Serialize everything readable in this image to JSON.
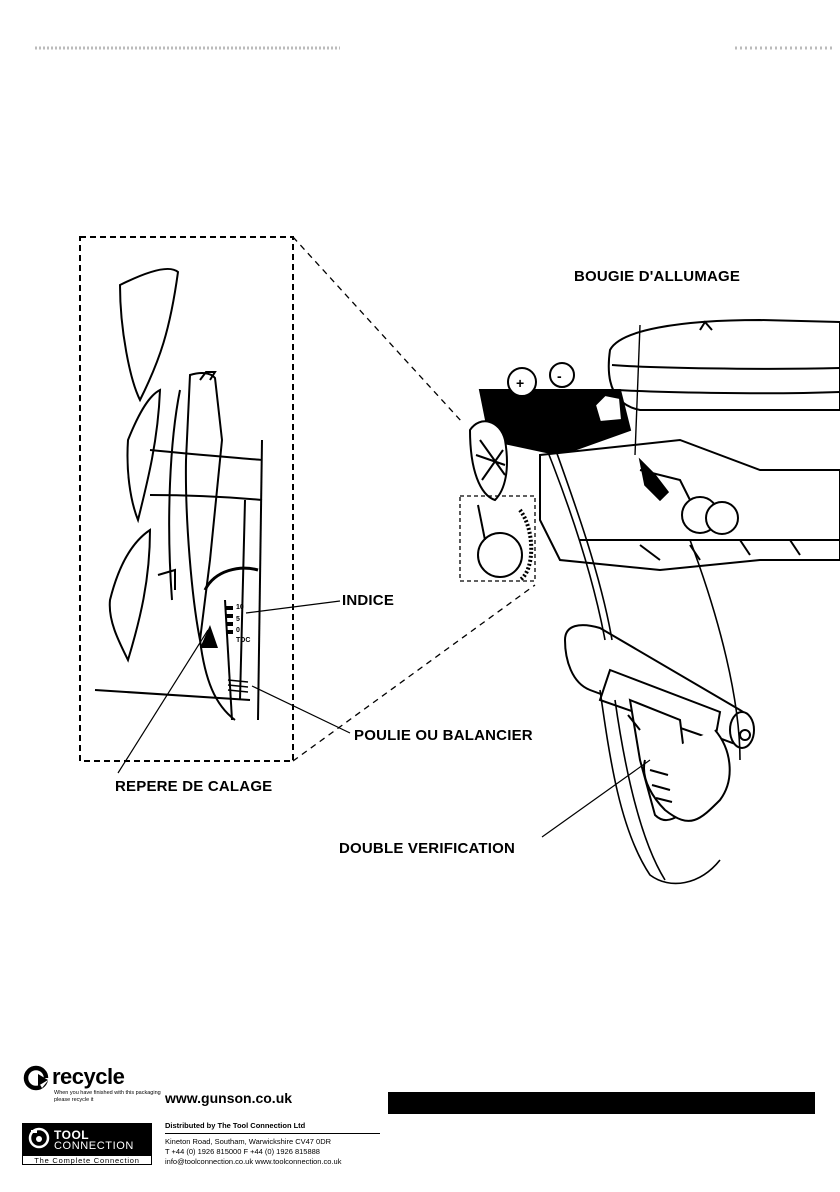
{
  "labels": {
    "bougie": "BOUGIE D'ALLUMAGE",
    "indice": "INDICE",
    "poulie": "POULIE OU BALANCIER",
    "repere": "REPERE DE CALAGE",
    "double": "DOUBLE VERIFICATION"
  },
  "scale_marks": [
    "10",
    "5",
    "0",
    "TDC"
  ],
  "footer": {
    "recycle_word": "recycle",
    "recycle_sub": "When you have finished with this packaging please recycle it",
    "website": "www.gunson.co.uk",
    "logo_tool": "TOOL",
    "logo_connection": "CONNECTION",
    "logo_tagline": "The Complete Connection",
    "distributed_by": "Distributed by The Tool Connection Ltd",
    "address": "Kineton Road, Southam, Warwickshire CV47 0DR",
    "phone": "T +44 (0) 1926 815000  F +44 (0) 1926 815888",
    "email_web": "info@toolconnection.co.uk  www.toolconnection.co.uk"
  }
}
